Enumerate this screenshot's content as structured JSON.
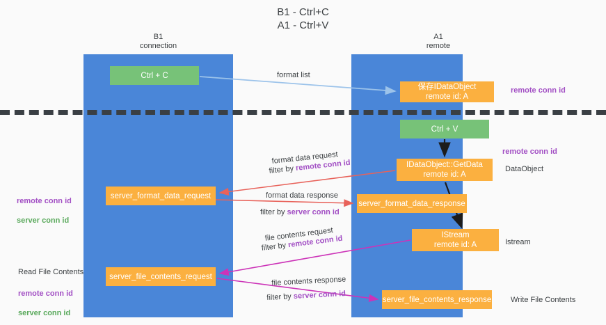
{
  "title": "B1 - Ctrl+C\nA1 - Ctrl+V",
  "colors": {
    "lane_blue": "#4a86d8",
    "node_green": "#77c278",
    "node_orange": "#fbb040",
    "accent_purple": "#a24fc4",
    "accent_green": "#5aa95c",
    "arrow_red": "#e8625a",
    "arrow_magenta": "#cc33b8",
    "arrow_lightblue": "#9cc3ea",
    "arrow_black": "#1c1c1c",
    "dashed_line": "#3a3f44",
    "background": "#fafafa"
  },
  "columns": [
    {
      "id": "b1",
      "title": "B1\nconnection"
    },
    {
      "id": "a1",
      "title": "A1\nremote"
    }
  ],
  "nodes": {
    "ctrl_c": "Ctrl + C",
    "save_idataobject": "保存IDataObject\nremote id: A",
    "ctrl_v": "Ctrl + V",
    "get_data": "IDataObject::GetData\nremote id: A",
    "server_format_data_request": "server_format_data_request",
    "server_format_data_response": "server_format_data_response",
    "istream": "IStream\nremote id: A",
    "server_file_contents_request": "server_file_contents_request",
    "server_file_contents_response": "server_file_contents_response"
  },
  "edge_labels": {
    "format_list": "format list",
    "format_data_request": "format data request",
    "filter_by_remote_conn_id_1": "filter by ",
    "filter_by_remote_conn_id_1_hl": "remote conn id",
    "format_data_response": "format data response",
    "filter_by_server_conn_id_1": "filter by ",
    "filter_by_server_conn_id_1_hl": "server conn id",
    "file_contents_request": "file contents request",
    "filter_by_remote_conn_id_2": "filter by ",
    "filter_by_remote_conn_id_2_hl": "remote conn id",
    "file_contents_response": "file contents response",
    "filter_by_server_conn_id_2": "filter by ",
    "filter_by_server_conn_id_2_hl": "server conn id"
  },
  "side_labels": {
    "remote_conn_id_top": "remote conn id",
    "remote_conn_id_mid": "remote conn id",
    "data_object": "DataObject",
    "istream": "Istream",
    "write_file_contents": "Write File Contents",
    "left_remote_conn_id": "remote conn id",
    "left_server_conn_id": "server conn id",
    "read_file_contents": "Read File Contents",
    "left_remote_conn_id_2": "remote conn id",
    "left_server_conn_id_2": "server conn id"
  }
}
